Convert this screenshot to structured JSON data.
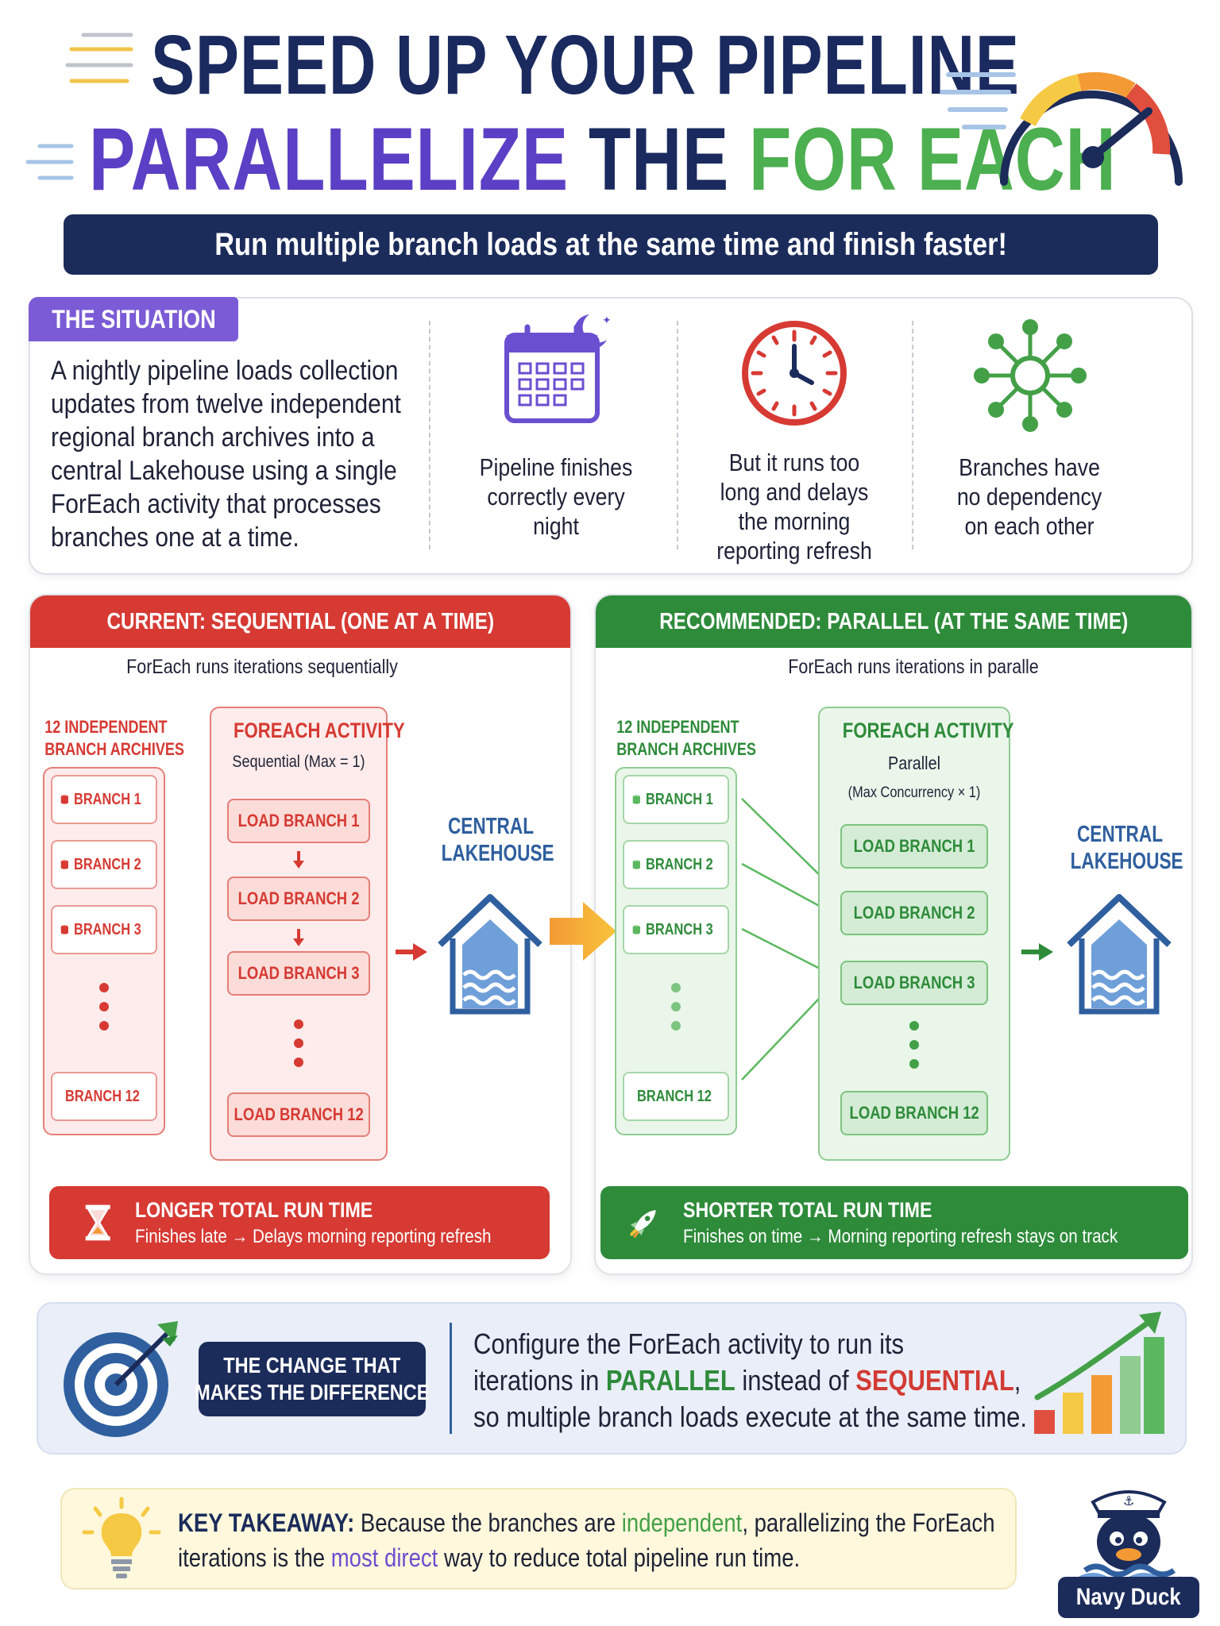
{
  "header": {
    "title_line1": "SPEED UP YOUR PIPELINE",
    "title_line2_part1": "PARALLELIZE",
    "title_line2_part2": " THE ",
    "title_line2_part3": "FOR EACH",
    "subtitle": "Run multiple branch loads at the same time and finish faster!",
    "gauge_icon": "speedometer-icon"
  },
  "situation": {
    "label": "THE SITUATION",
    "text": "A nightly pipeline loads collection updates from twelve independent regional branch archives into a central Lakehouse using a single ForEach activity that processes branches one at a time.",
    "points": [
      {
        "icon": "calendar-moon-icon",
        "caption": "Pipeline finishes correctly every night"
      },
      {
        "icon": "clock-icon",
        "caption": "But it runs too long and delays the morning reporting refresh"
      },
      {
        "icon": "network-hub-icon",
        "caption": "Branches have no dependency on each other"
      }
    ]
  },
  "current": {
    "header": "CURRENT: SEQUENTIAL (ONE AT A TIME)",
    "subtitle": "ForEach runs iterations sequentially",
    "archives_label_1": "12 INDEPENDENT",
    "archives_label_2": "BRANCH ARCHIVES",
    "branches": [
      "BRANCH 1",
      "BRANCH 2",
      "BRANCH 3",
      "BRANCH 12"
    ],
    "foreach_title": "FOREACH ACTIVITY",
    "foreach_mode": "Sequential (Max = 1)",
    "loads": [
      "LOAD BRANCH 1",
      "LOAD BRANCH 2",
      "LOAD BRANCH 3",
      "LOAD BRANCH 12"
    ],
    "lakehouse_1": "CENTRAL",
    "lakehouse_2": "LAKEHOUSE",
    "result_title": "LONGER TOTAL RUN TIME",
    "result_sub": "Finishes late → Delays morning reporting refresh",
    "result_icon": "hourglass-icon",
    "color": "#d63a33"
  },
  "recommended": {
    "header": "RECOMMENDED: PARALLEL (AT THE SAME TIME)",
    "subtitle": "ForEach runs iterations in paralle",
    "archives_label_1": "12 INDEPENDENT",
    "archives_label_2": "BRANCH ARCHIVES",
    "branches": [
      "BRANCH 1",
      "BRANCH 2",
      "BRANCH 3",
      "BRANCH 12"
    ],
    "foreach_title": "FOREACH ACTIVITY",
    "foreach_mode": "Parallel",
    "foreach_concurrency": "(Max Concurrency × 1)",
    "loads": [
      "LOAD BRANCH 1",
      "LOAD BRANCH 2",
      "LOAD BRANCH 3",
      "LOAD BRANCH 12"
    ],
    "lakehouse_1": "CENTRAL",
    "lakehouse_2": "LAKEHOUSE",
    "result_title": "SHORTER TOTAL RUN TIME",
    "result_sub": "Finishes on time → Morning reporting refresh stays on track",
    "result_icon": "rocket-icon",
    "color": "#2e8b3a"
  },
  "change": {
    "chip_line1": "THE CHANGE THAT",
    "chip_line2": "MAKES THE DIFFERENCE",
    "text_1": "Configure the ForEach activity to run its",
    "text_2a": "iterations in ",
    "text_2b": "PARALLEL",
    "text_2c": " instead of ",
    "text_2d": "SEQUENTIAL",
    "text_2e": ",",
    "text_3": "so multiple branch loads execute at the same time.",
    "left_icon": "target-arrow-icon",
    "right_icon": "growth-chart-icon"
  },
  "takeaway": {
    "label": "KEY TAKEAWAY:",
    "text_1a": " Because the branches are ",
    "text_1b": "independent",
    "text_1c": ", parallelizing the ForEach",
    "text_2a": "iterations is the ",
    "text_2b": "most direct",
    "text_2c": " way to reduce total pipeline run time.",
    "icon": "lightbulb-icon"
  },
  "brand": {
    "name": "Navy Duck",
    "icon": "duck-sailor-icon"
  }
}
